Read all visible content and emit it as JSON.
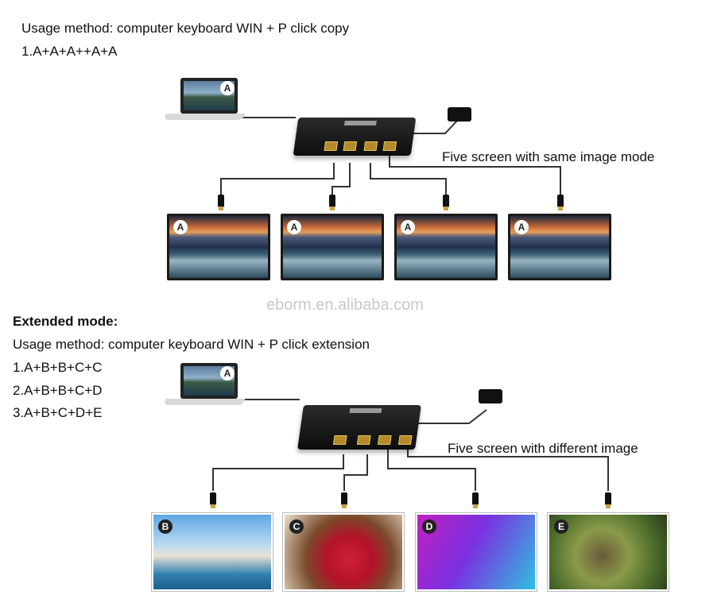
{
  "copy_section": {
    "usage": "Usage method: computer keyboard WIN + P click copy",
    "mode_line": "1.A+A+A++A+A",
    "caption": "Five screen with same image mode",
    "source_badge": "A",
    "screen_badges": [
      "A",
      "A",
      "A",
      "A"
    ]
  },
  "watermark": "eborm.en.alibaba.com",
  "extended_section": {
    "heading": "Extended mode:",
    "usage": "Usage method: computer keyboard WIN + P click extension",
    "modes": [
      "1.A+B+B+C+C",
      "2.A+B+B+C+D",
      "3.A+B+C+D+E"
    ],
    "caption": "Five screen with different image",
    "source_badge": "A",
    "screen_badges": [
      "B",
      "C",
      "D",
      "E"
    ]
  }
}
